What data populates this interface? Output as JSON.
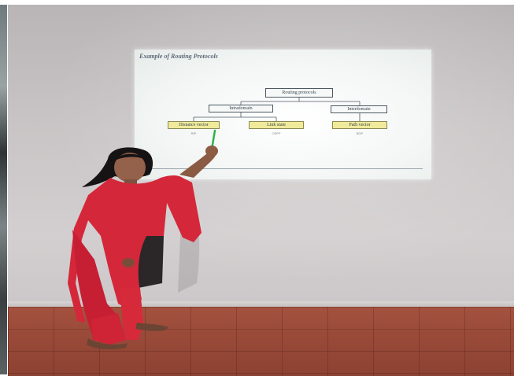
{
  "slide": {
    "title": "Example of Routing Protocols",
    "root": "Routing protocols",
    "level1": [
      "Intradomain",
      "Interdomain"
    ],
    "leaves": [
      {
        "label": "Distance vector",
        "caption": "RIP"
      },
      {
        "label": "Link state",
        "caption": "OSPF"
      },
      {
        "label": "Path vector",
        "caption": "BGP"
      }
    ]
  },
  "colors": {
    "dress": "#d6283a",
    "leaf_box": "#f1ea9a",
    "floor": "#9a4a39",
    "wall": "#c9c5c6"
  }
}
